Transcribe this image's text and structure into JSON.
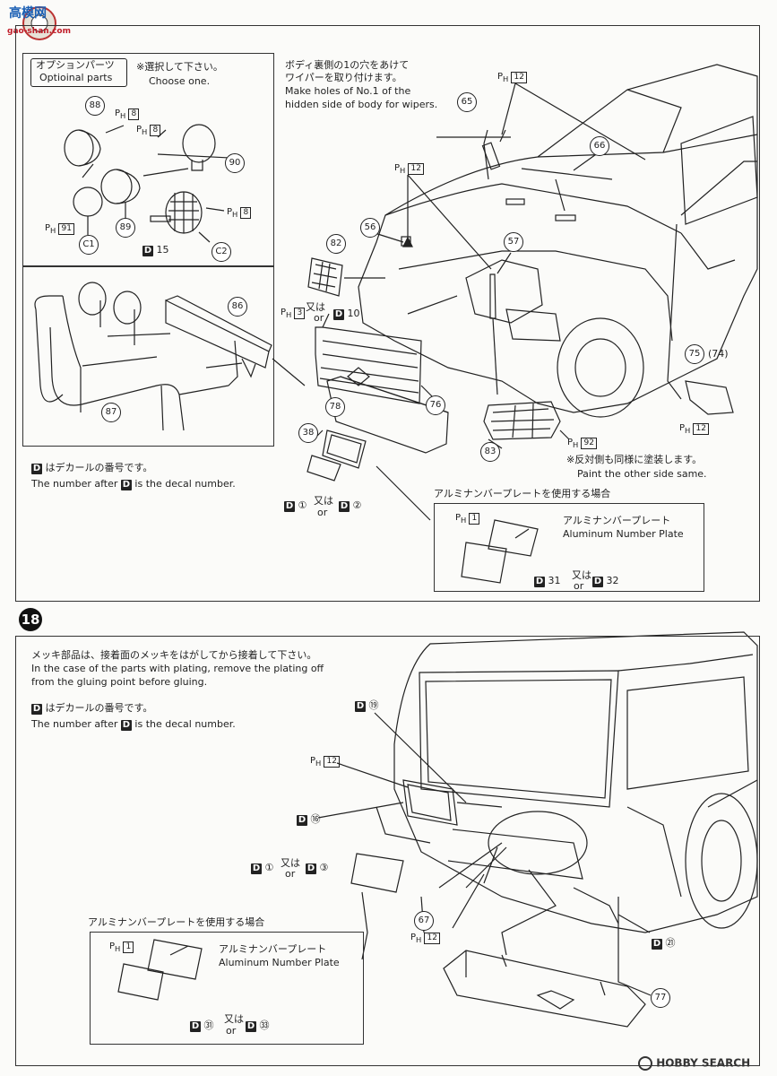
{
  "watermark": {
    "brand": "高模网",
    "domain": "gao-shan.com"
  },
  "footer_brand": "HOBBY SEARCH",
  "top": {
    "option_title_jp": "オプションパーツ",
    "option_title_en": "Optioinal parts",
    "choose_jp": "※選択して下さい。",
    "choose_en": "Choose one.",
    "wiper_jp_1": "ボディ裏側の1の穴をあけて",
    "wiper_jp_2": "ワイパーを取り付けます。",
    "wiper_en_1": "Make holes of No.1 of the",
    "wiper_en_2": "hidden side of body for wipers.",
    "decal_note_jp": "はデカールの番号です。",
    "decal_note_en_a": "The number after",
    "decal_note_en_b": "is the decal number.",
    "paint_jp": "※反対側も同様に塗装します。",
    "paint_en": "Paint the other side same.",
    "alu_case": "アルミナンバープレートを使用する場合",
    "alu_plate_jp": "アルミナンバープレート",
    "alu_plate_en": "Aluminum Number Plate",
    "or_jp": "又は",
    "or_en": "or",
    "parts": [
      "88",
      "90",
      "89",
      "C1",
      "C2",
      "86",
      "87",
      "65",
      "66",
      "56",
      "57",
      "82",
      "78",
      "76",
      "38",
      "83",
      "75",
      "(74)"
    ],
    "paints": [
      "8",
      "8",
      "8",
      "91",
      "12",
      "12",
      "3",
      "92",
      "12",
      "1"
    ],
    "decals": [
      "15",
      "10",
      "①",
      "②",
      "31",
      "32"
    ]
  },
  "step": {
    "number": "18",
    "plating_jp": "メッキ部品は、接着面のメッキをはがしてから接着して下さい。",
    "plating_en_1": "In the case of the parts with plating, remove the plating off",
    "plating_en_2": "from the gluing point before gluing.",
    "decal_note_jp": "はデカールの番号です。",
    "decal_note_en_a": "The number after",
    "decal_note_en_b": "is the decal number.",
    "alu_case": "アルミナンバープレートを使用する場合",
    "alu_plate_jp": "アルミナンバープレート",
    "alu_plate_en": "Aluminum Number Plate",
    "or_jp": "又は",
    "or_en": "or",
    "parts": [
      "67",
      "77"
    ],
    "paints": [
      "12",
      "12",
      "1"
    ],
    "decals": [
      "⑲",
      "⑯",
      "①",
      "③",
      "㉑",
      "㉛",
      "㉝"
    ]
  }
}
